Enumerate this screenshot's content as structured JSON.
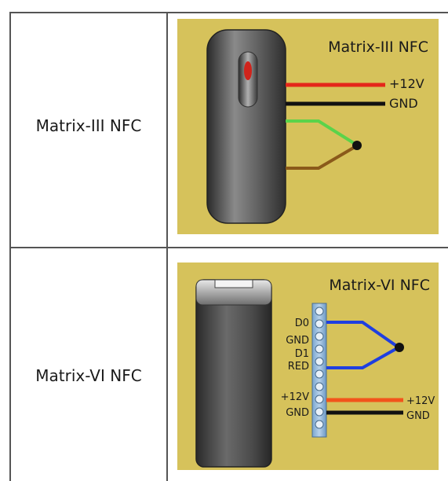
{
  "rows": [
    {
      "label": "Matrix-III NFC",
      "panel_title": "Matrix-III NFC",
      "wire_labels": [
        "+12V",
        "GND"
      ]
    },
    {
      "label": "Matrix-VI NFC",
      "panel_title": "Matrix-VI NFC",
      "terminal_labels": [
        "D0",
        "GND",
        "D1",
        "RED",
        "+12V",
        "GND"
      ],
      "wire_labels": [
        "+12V",
        "GND"
      ]
    }
  ],
  "colors": {
    "panel_bg": "#d6c25b",
    "wire_red": "#e5261a",
    "wire_black": "#111111",
    "wire_green": "#5bd34a",
    "wire_brown": "#8a5a1a",
    "wire_blue": "#1f3fe0",
    "wire_orange": "#f2541b",
    "terminal_block": "#8fb6d8",
    "led_red": "#d0241c"
  }
}
